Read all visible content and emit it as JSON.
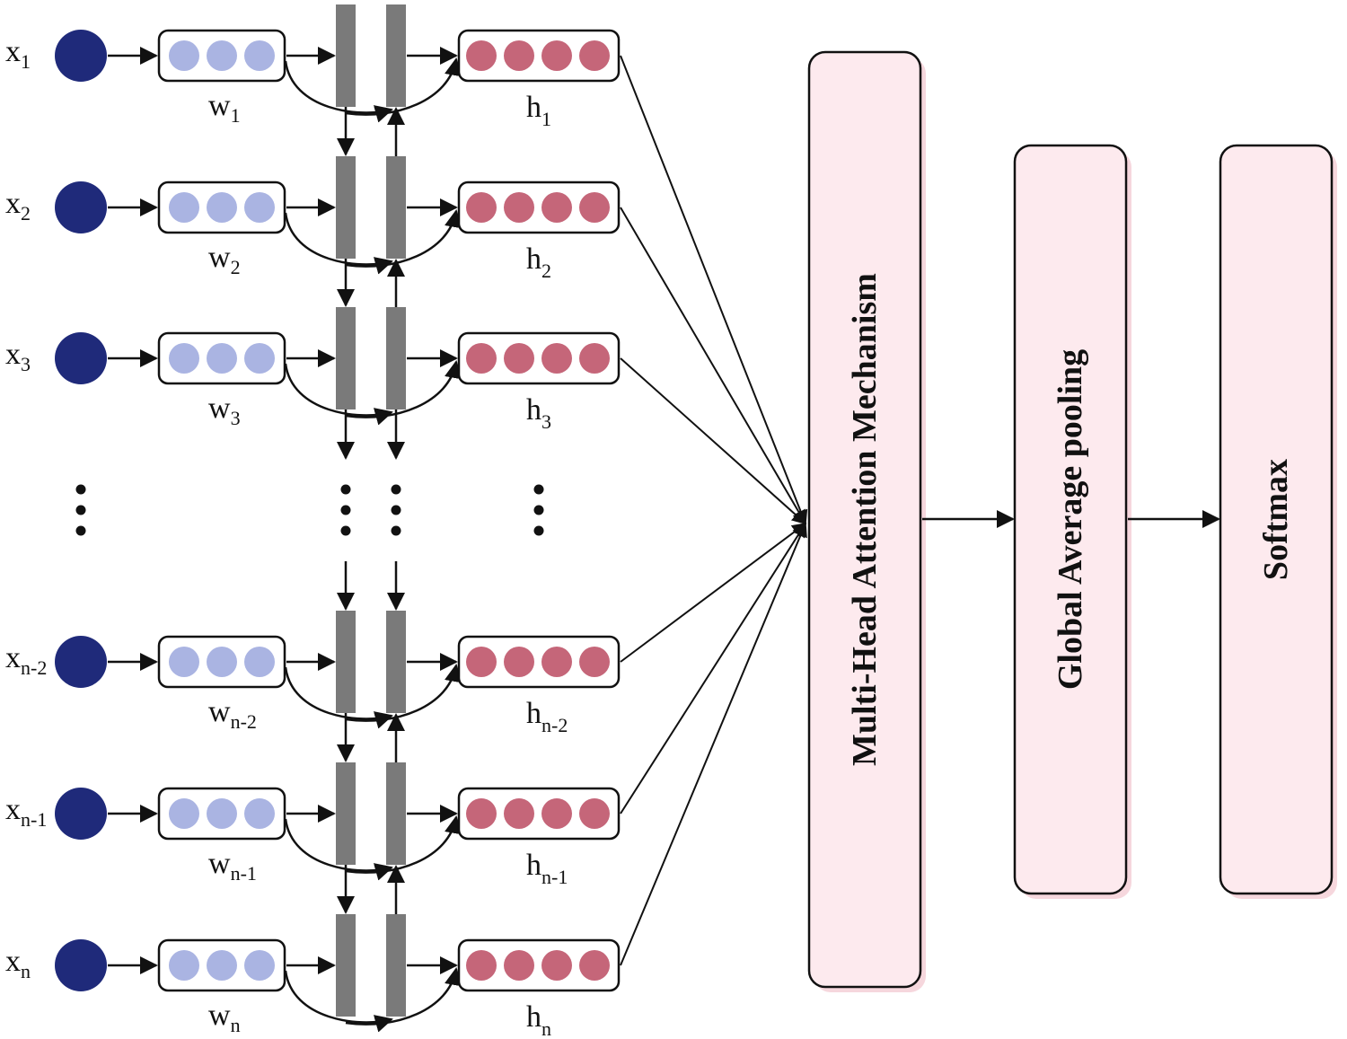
{
  "rows": [
    {
      "x_base": "x",
      "x_sub": "1",
      "w_base": "w",
      "w_sub": "1",
      "h_base": "h",
      "h_sub": "1"
    },
    {
      "x_base": "x",
      "x_sub": "2",
      "w_base": "w",
      "w_sub": "2",
      "h_base": "h",
      "h_sub": "2"
    },
    {
      "x_base": "x",
      "x_sub": "3",
      "w_base": "w",
      "w_sub": "3",
      "h_base": "h",
      "h_sub": "3"
    },
    {
      "x_base": "x",
      "x_sub": "n-2",
      "w_base": "w",
      "w_sub": "n-2",
      "h_base": "h",
      "h_sub": "n-2"
    },
    {
      "x_base": "x",
      "x_sub": "n-1",
      "w_base": "w",
      "w_sub": "n-1",
      "h_base": "h",
      "h_sub": "n-1"
    },
    {
      "x_base": "x",
      "x_sub": "n",
      "w_base": "w",
      "w_sub": "n",
      "h_base": "h",
      "h_sub": "n"
    }
  ],
  "blocks": {
    "attention": "Multi-Head Attention Mechanism",
    "pooling": "Global Average pooling",
    "softmax": "Softmax"
  },
  "colors": {
    "input_node": "#1f2a7a",
    "embedding_dot": "#aab4e2",
    "hidden_dot": "#c56679",
    "lstm_bar": "#7a7a7a",
    "block_fill": "#fdeaee",
    "stroke": "#111111"
  }
}
